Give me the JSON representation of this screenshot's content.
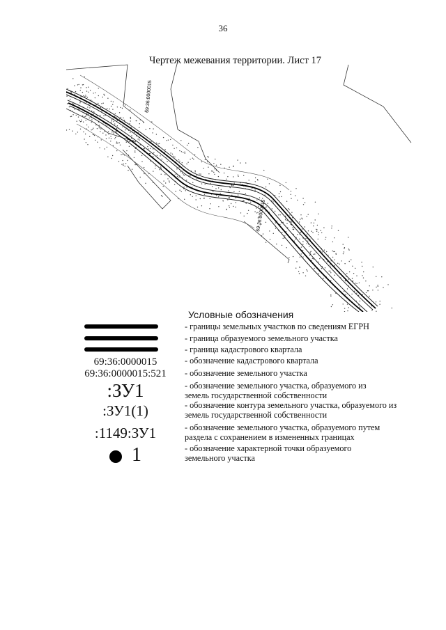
{
  "page": {
    "number": "36",
    "title": "Чертеж межевания территории. Лист 17"
  },
  "map": {
    "labels": [
      "69:36:0000015",
      "69:36:0000015"
    ]
  },
  "legend": {
    "heading": "Условные обозначения",
    "items": [
      {
        "symbol_type": "line",
        "symbol": "",
        "description": "- границы земельных участков по сведениям ЕГРН"
      },
      {
        "symbol_type": "line",
        "symbol": "",
        "description": "- граница образуемого земельного участка"
      },
      {
        "symbol_type": "line",
        "symbol": "",
        "description": "- граница кадастрового квартала"
      },
      {
        "symbol_type": "text",
        "symbol": "69:36:0000015",
        "description": "- обозначение кадастрового квартала"
      },
      {
        "symbol_type": "text",
        "symbol": "69:36:0000015:521",
        "description": "- обозначение земельного участка"
      },
      {
        "symbol_type": "text",
        "symbol": ":ЗУ1",
        "description": "- обозначение земельного участка, образуемого из земель государственной собственности"
      },
      {
        "symbol_type": "text",
        "symbol": ":ЗУ1(1)",
        "description": "- обозначение контура земельного участка, образуемого из земель государственной собственности"
      },
      {
        "symbol_type": "text",
        "symbol": ":1149:ЗУ1",
        "description": "- обозначение земельного участка, образуемого путем раздела с сохранением в измененных границах"
      },
      {
        "symbol_type": "point",
        "symbol": "1",
        "description": "- обозначение характерной точки образуемого земельного участка"
      }
    ]
  }
}
